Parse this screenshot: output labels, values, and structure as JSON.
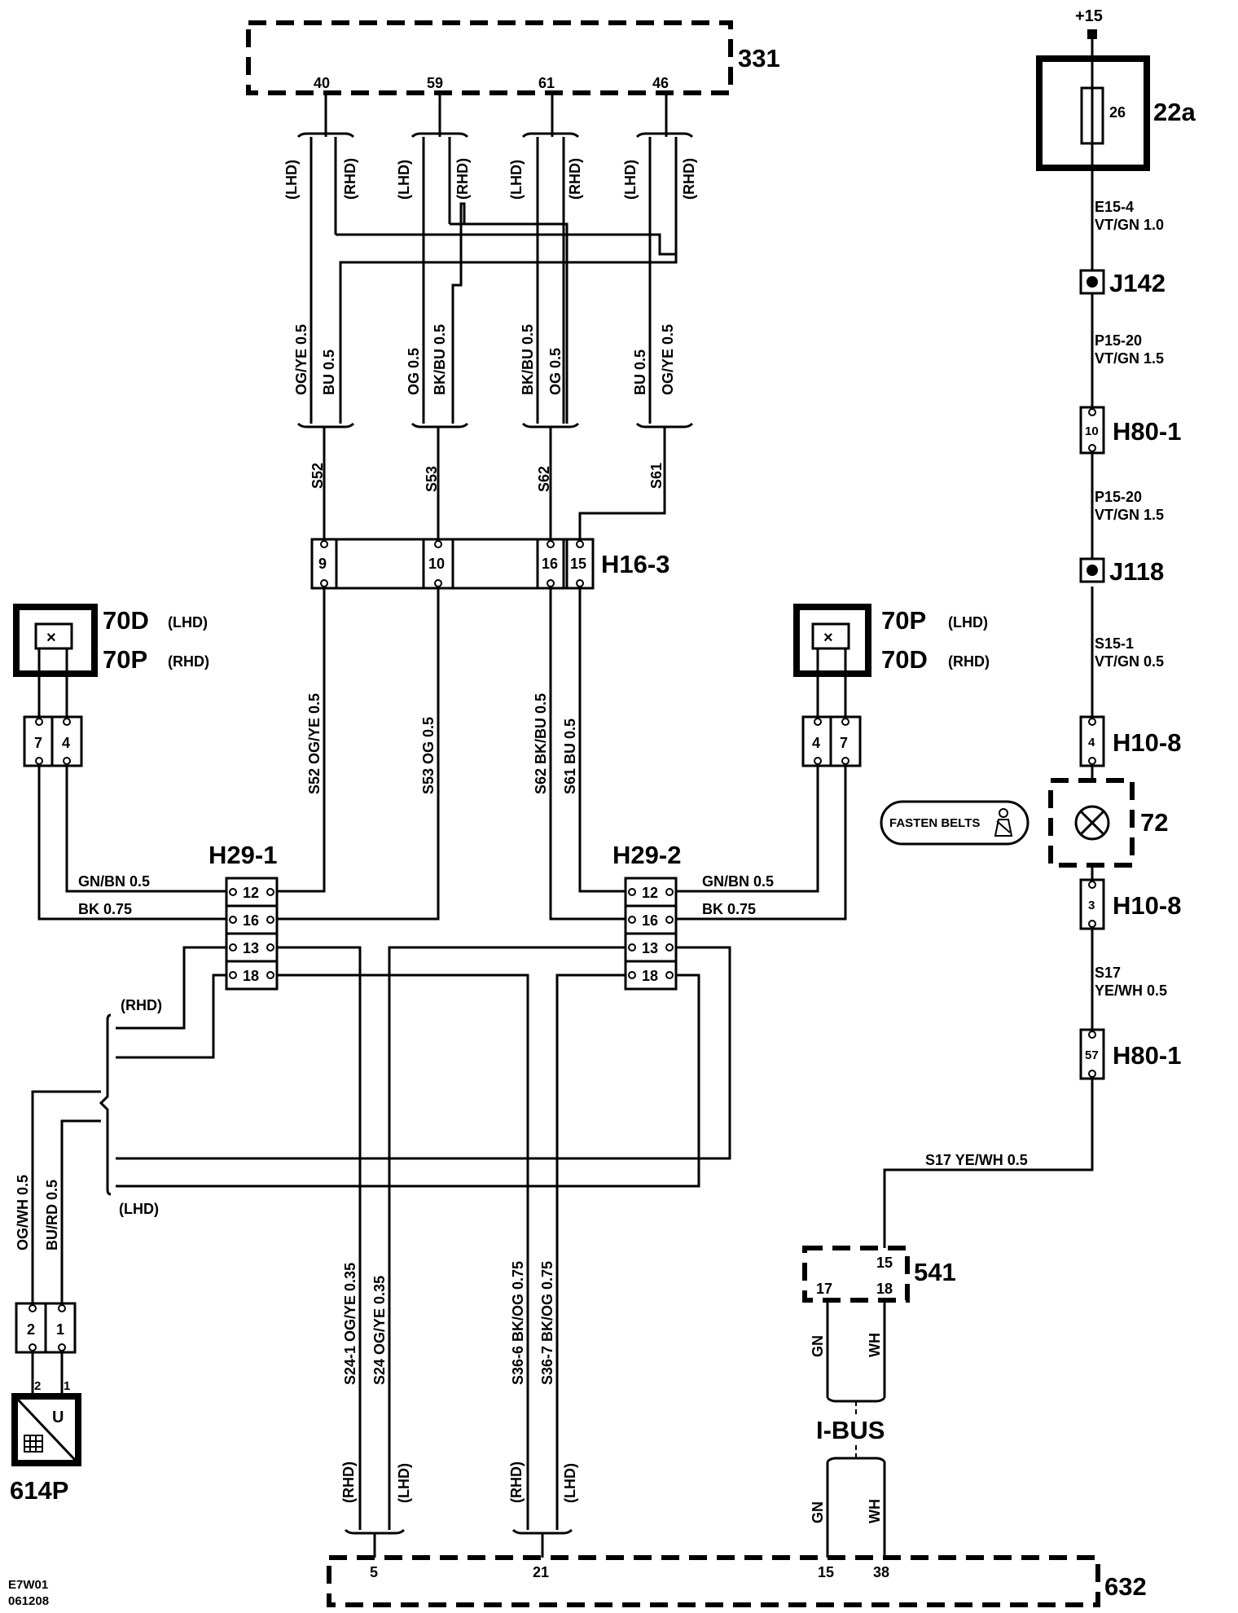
{
  "components": {
    "c331": "331",
    "c22a": "22a",
    "fuse": "26",
    "supply": "+15",
    "j142": "J142",
    "j118": "J118",
    "h80_top": "H80-1",
    "h80_bottom": "H80-1",
    "h10_top": "H10-8",
    "h10_bottom": "H10-8",
    "c72": "72",
    "fasten_belts": "FASTEN BELTS",
    "h16": "H16-3",
    "h29_1": "H29-1",
    "h29_2": "H29-2",
    "left_switch_line1": "70D",
    "left_switch_line1_note": "(LHD)",
    "left_switch_line2": "70P",
    "left_switch_line2_note": "(RHD)",
    "right_switch_line1": "70P",
    "right_switch_line1_note": "(LHD)",
    "right_switch_line2": "70D",
    "right_switch_line2_note": "(RHD)",
    "c541": "541",
    "c614p": "614P",
    "c632": "632",
    "ibus": "I-BUS",
    "sensor_u": "U"
  },
  "pins": {
    "c331": [
      "40",
      "59",
      "61",
      "46"
    ],
    "h16": [
      "9",
      "10",
      "16",
      "15"
    ],
    "h29_1": [
      "12",
      "16",
      "13",
      "18"
    ],
    "h29_2": [
      "12",
      "16",
      "13",
      "18"
    ],
    "left_conn": [
      "7",
      "4"
    ],
    "right_conn": [
      "4",
      "7"
    ],
    "c614_conn": [
      "2",
      "1"
    ],
    "c614_pins": [
      "2",
      "1"
    ],
    "h80_top": "10",
    "h80_bottom": "57",
    "h10_top": "4",
    "h10_bottom": "3",
    "c541": [
      "15",
      "17",
      "18"
    ],
    "c632": [
      "5",
      "21",
      "15",
      "38"
    ]
  },
  "wires": {
    "e15_4_a": "E15-4",
    "e15_4_b": "VT/GN  1.0",
    "p15_20a_a": "P15-20",
    "p15_20a_b": "VT/GN  1.5",
    "p15_20b_a": "P15-20",
    "p15_20b_b": "VT/GN  1.5",
    "s15_1_a": "S15-1",
    "s15_1_b": "VT/GN  0.5",
    "s17_a": "S17",
    "s17_b": "YE/WH  0.5",
    "s17_h": "S17   YE/WH  0.5",
    "w1": "OG/YE  0.5",
    "w2": "BU  0.5",
    "w3": "OG  0.5",
    "w4": "BK/BU  0.5",
    "w5": "BK/BU  0.5",
    "w6": "OG  0.5",
    "w7": "BU  0.5",
    "w8": "OG/YE  0.5",
    "s52": "S52",
    "s53": "S53",
    "s62": "S62",
    "s61": "S61",
    "s52_full": "S52   OG/YE  0.5",
    "s53_full": "S53   OG  0.5",
    "s62_full": "S62   BK/BU  0.5",
    "s61_full": "S61   BU  0.5",
    "gnbn_left": "GN/BN   0.5",
    "bk_left": "BK   0.75",
    "gnbn_right": "GN/BN   0.5",
    "bk_right": "BK   0.75",
    "ogwh": "OG/WH   0.5",
    "burd": "BU/RD   0.5",
    "s24_1": "S24-1  OG/YE  0.35",
    "s24": "S24   OG/YE  0.35",
    "s36_6": "S36-6   BK/OG  0.75",
    "s36_7": "S36-7   BK/OG  0.75",
    "gn_a": "GN",
    "wh_a": "WH",
    "gn_b": "GN",
    "wh_b": "WH"
  },
  "notes": {
    "lhd": "(LHD)",
    "rhd": "(RHD)"
  },
  "footer": {
    "code": "E7W01",
    "date": "061208"
  }
}
